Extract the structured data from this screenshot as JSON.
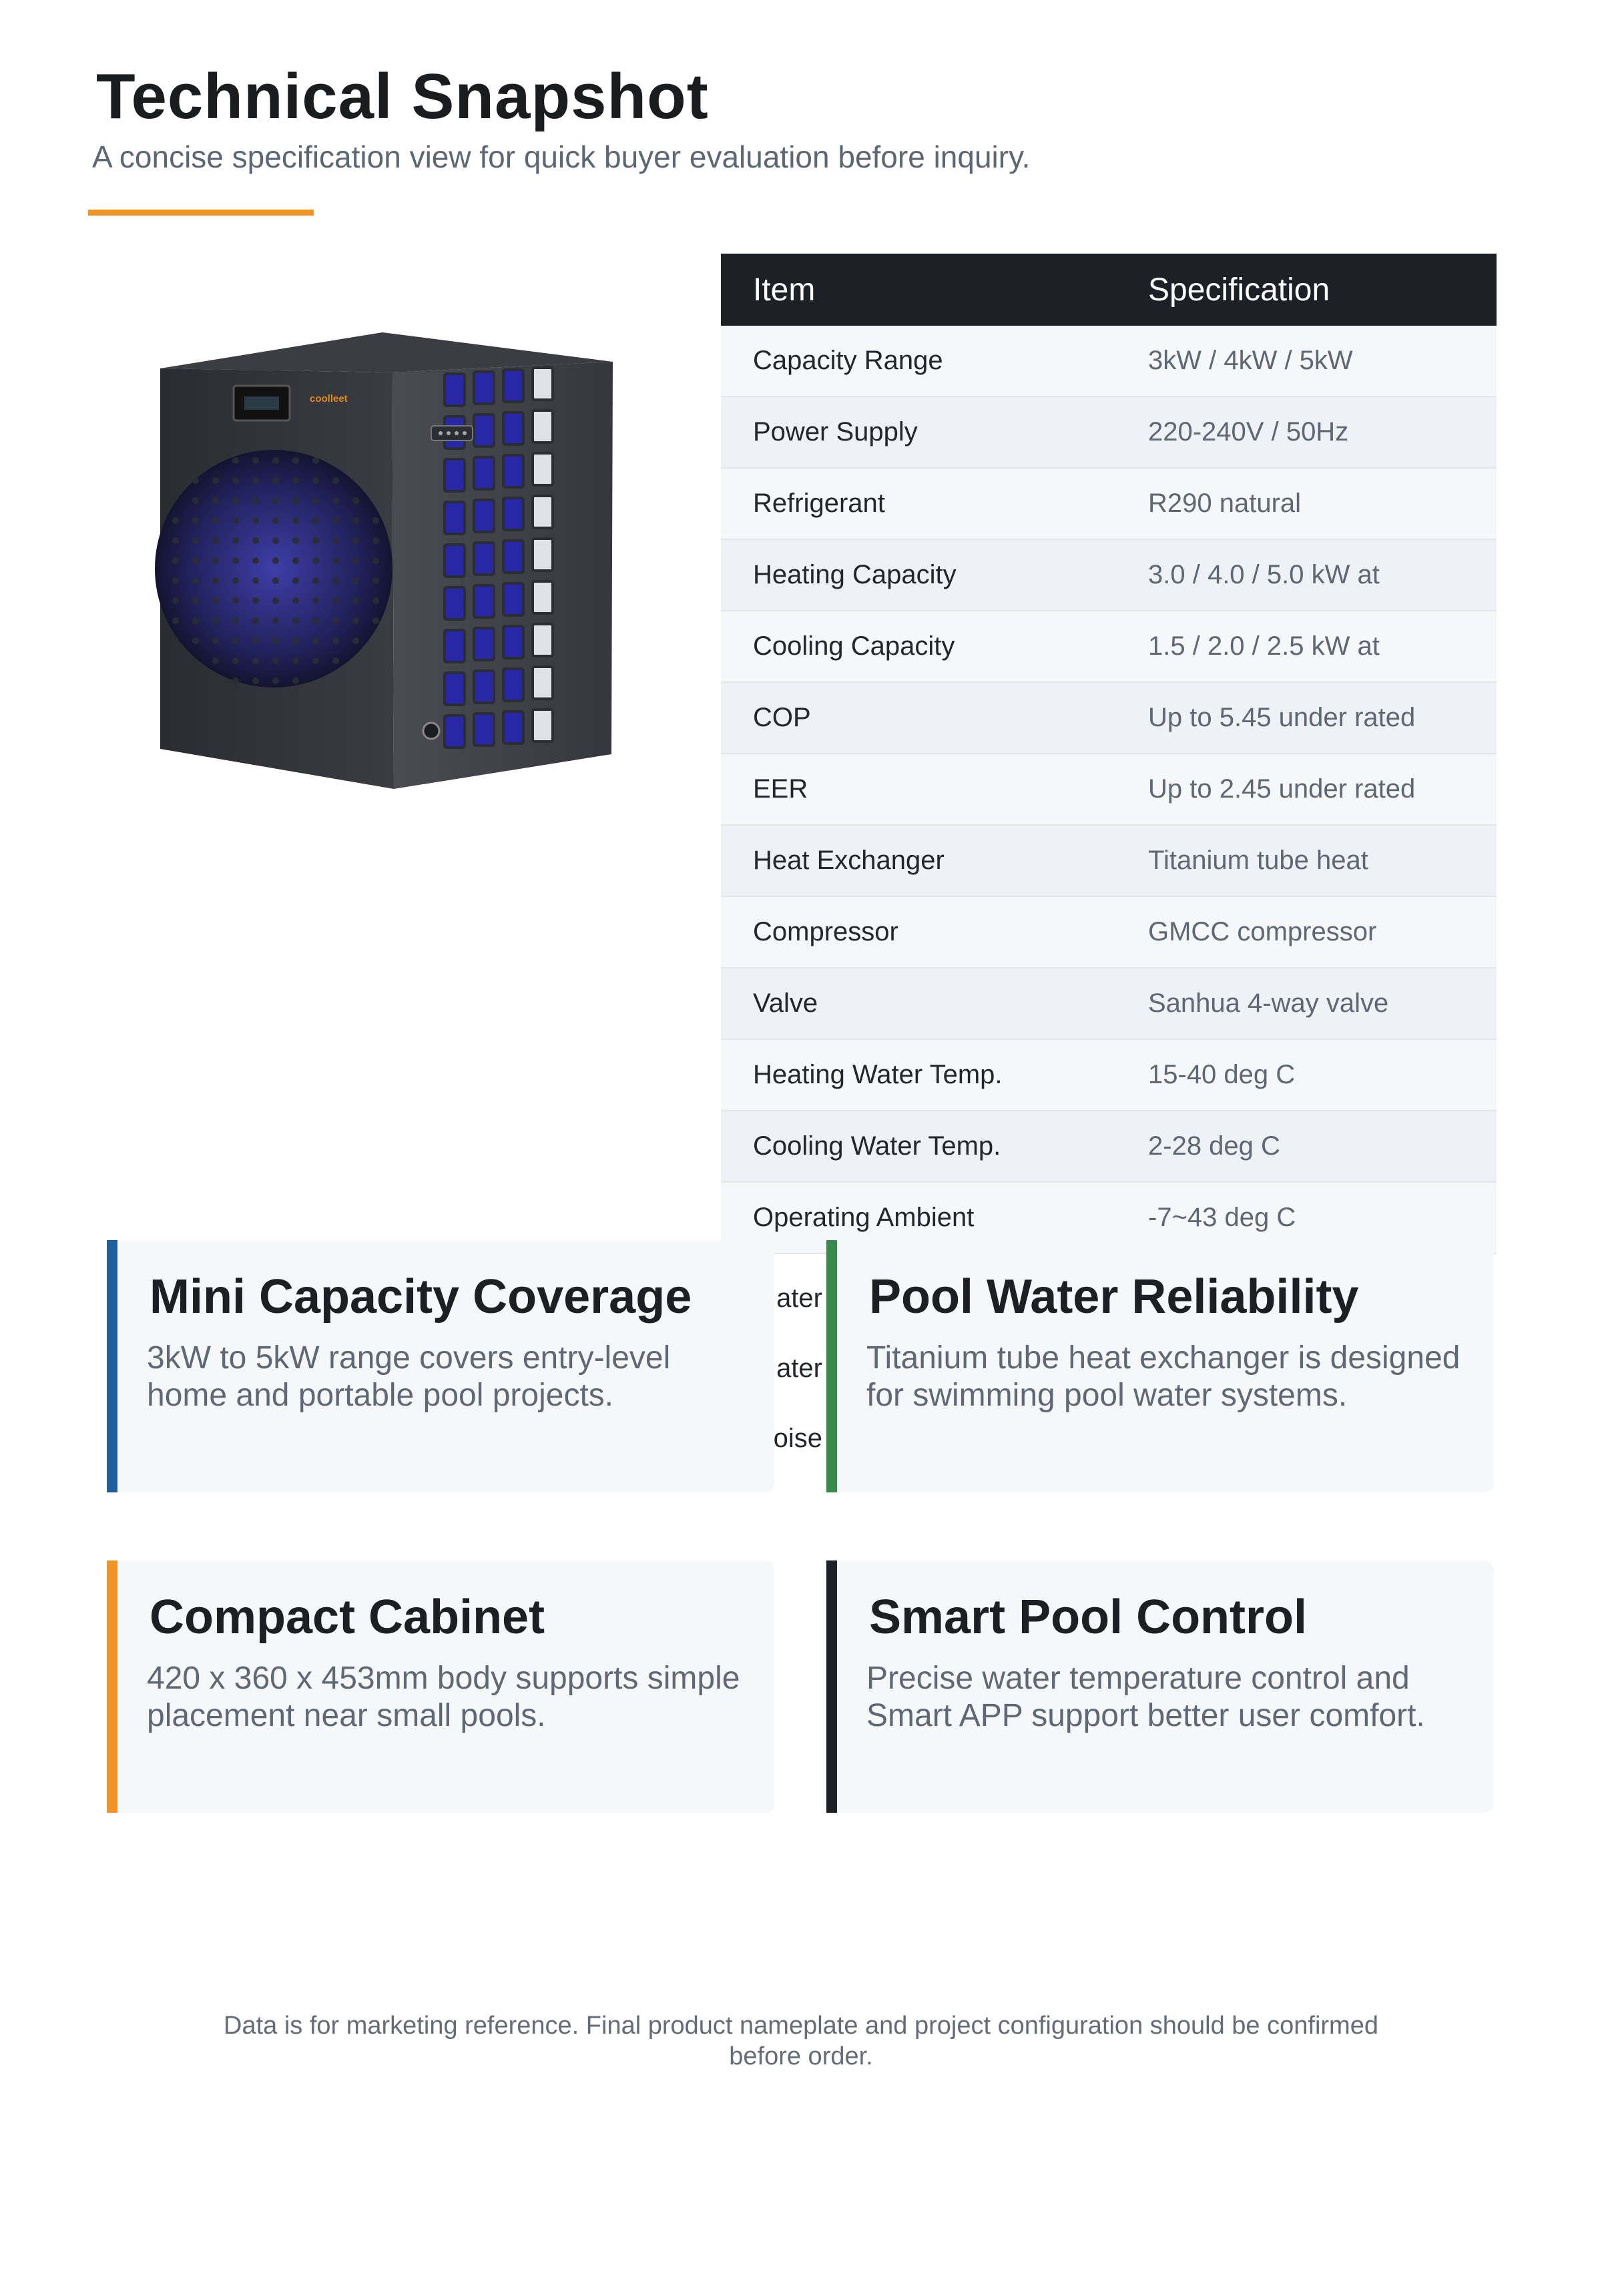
{
  "header": {
    "title": "Technical Snapshot",
    "subtitle": "A concise specification view for quick buyer evaluation before inquiry."
  },
  "colors": {
    "accent": "#f39325",
    "table_header": "#1d2127",
    "card_blue": "#1f5fa0",
    "card_green": "#3a8a4c",
    "card_orange": "#f39325",
    "card_dark": "#1d2127"
  },
  "product_image": {
    "brand_label": "coolleet"
  },
  "spec_table": {
    "headers": [
      "Item",
      "Specification"
    ],
    "rows": [
      [
        "Capacity Range",
        "3kW / 4kW / 5kW"
      ],
      [
        "Power Supply",
        "220-240V / 50Hz"
      ],
      [
        "Refrigerant",
        "R290 natural"
      ],
      [
        "Heating Capacity",
        "3.0 / 4.0 / 5.0 kW at"
      ],
      [
        "Cooling Capacity",
        "1.5 / 2.0 / 2.5 kW at"
      ],
      [
        "COP",
        "Up to 5.45 under rated"
      ],
      [
        "EER",
        "Up to 2.45 under rated"
      ],
      [
        "Heat Exchanger",
        "Titanium tube heat"
      ],
      [
        "Compressor",
        "GMCC compressor"
      ],
      [
        "Valve",
        "Sanhua 4-way valve"
      ],
      [
        "Heating Water Temp.",
        "15-40 deg C"
      ],
      [
        "Cooling Water Temp.",
        "2-28 deg C"
      ],
      [
        "Operating Ambient",
        "-7~43 deg C"
      ]
    ],
    "hidden_row_fragments": [
      "ater",
      "ater",
      "oise"
    ]
  },
  "cards": [
    {
      "title": "Mini Capacity Coverage",
      "body": "3kW to 5kW range covers entry-level home and portable pool projects."
    },
    {
      "title": "Pool Water Reliability",
      "body": "Titanium tube heat exchanger is designed for swimming pool water systems."
    },
    {
      "title": "Compact Cabinet",
      "body": "420 x 360 x 453mm body supports simple placement near small pools."
    },
    {
      "title": "Smart Pool Control",
      "body": "Precise water temperature control and Smart APP support better user comfort."
    }
  ],
  "footnote": "Data is for marketing reference. Final product nameplate and project configuration should be confirmed before order."
}
